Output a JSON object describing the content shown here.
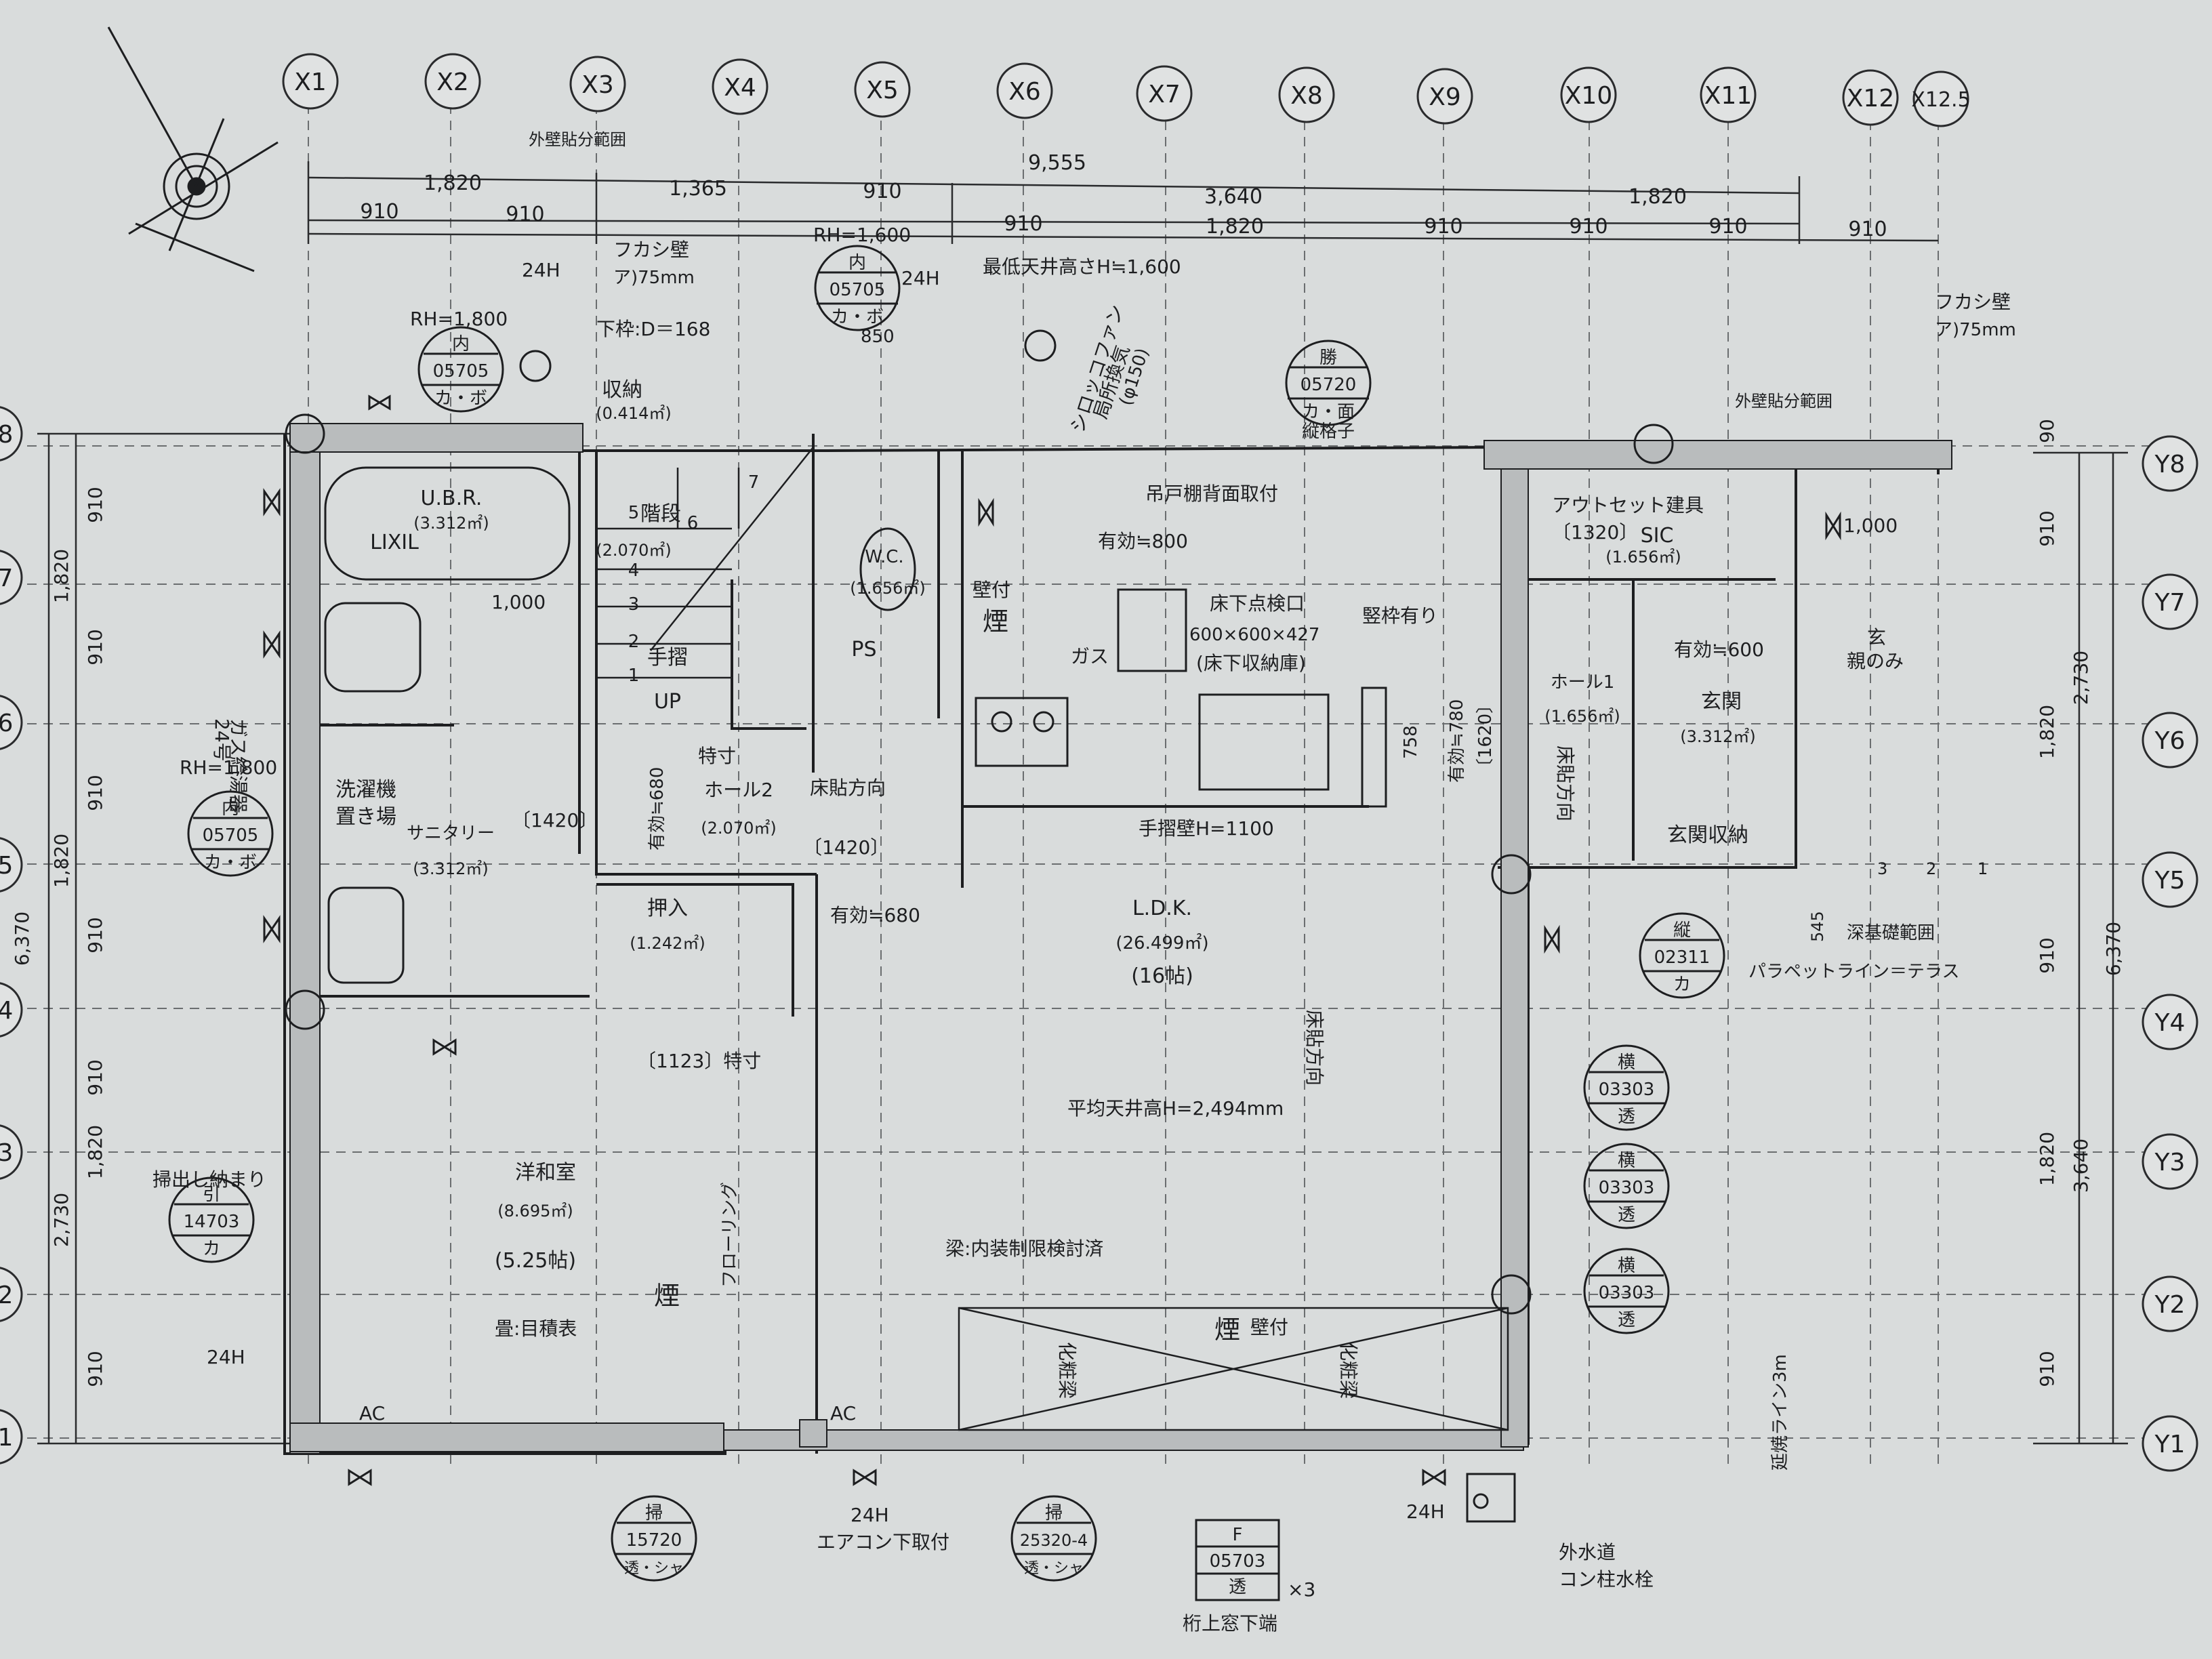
{
  "grid": {
    "x_labels": [
      "X1",
      "X2",
      "X3",
      "X4",
      "X5",
      "X6",
      "X7",
      "X8",
      "X9",
      "X10",
      "X11",
      "X12",
      "X12.5"
    ],
    "y_labels": [
      "Y8",
      "Y7",
      "Y6",
      "Y5",
      "Y4",
      "Y3",
      "Y2",
      "Y1"
    ],
    "y_labels_left": [
      "8",
      "7",
      "6",
      "5",
      "4",
      "3",
      "2",
      "1"
    ]
  },
  "dimensions": {
    "overall_width": "9,555",
    "top_row1": [
      "1,820",
      "1,365",
      "910",
      "3,640",
      "1,820"
    ],
    "top_row2": [
      "910",
      "910",
      "910",
      "1,820",
      "910",
      "910",
      "910",
      "910"
    ],
    "left_overall": "6,370",
    "left_groups": [
      "1,820",
      "1,820",
      "2,730"
    ],
    "left_units": [
      "910",
      "910",
      "910",
      "910",
      "910",
      "1,820",
      "910"
    ],
    "right_overall": "6,370",
    "right_groups": [
      "2,730",
      "3,640"
    ],
    "right_units": [
      "90",
      "910",
      "1,820",
      "910",
      "1,820",
      "910"
    ]
  },
  "rooms": {
    "ubr": {
      "name": "U.B.R.",
      "area": "(3.312㎡)",
      "maker": "LIXIL"
    },
    "stairs": {
      "name": "階段",
      "area": "(2.070㎡)",
      "handrail": "手摺",
      "up": "UP",
      "steps": [
        "1",
        "2",
        "3",
        "4",
        "5",
        "6",
        "7"
      ]
    },
    "storage_small": {
      "name": "収納",
      "area": "(0.414㎡)"
    },
    "wc": {
      "name": "W.C.",
      "area": "(1.656㎡)"
    },
    "ps": "PS",
    "washer": {
      "line1": "洗濯機",
      "line2": "置き場",
      "sanitary": "サニタリー",
      "area": "(3.312㎡)"
    },
    "hall2": {
      "name": "ホール2",
      "area": "(2.070㎡)"
    },
    "oshiire": {
      "name": "押入",
      "area": "(1.242㎡)"
    },
    "ldk": {
      "name": "L.D.K.",
      "area": "(26.499㎡)",
      "tatami": "(16帖)"
    },
    "western": {
      "name": "洋和室",
      "area": "(8.695㎡)",
      "tatami": "(5.25帖)"
    },
    "sic": {
      "name": "SIC",
      "area": "(1.656㎡)"
    },
    "hall1": {
      "name": "ホール1",
      "area": "(1.656㎡)"
    },
    "genkan": {
      "name": "玄関",
      "area": "(3.312㎡)"
    },
    "genkan_storage": "玄関収納"
  },
  "notes": {
    "fukashi_left": "フカシ壁",
    "fukashi_left_sub": "ア)75mm",
    "shitawaku": "下枠:D＝168",
    "min_ceiling": "最低天井高さH≒1,600",
    "dim_850": "850",
    "sirocco": "シロッコファン",
    "local_vent": "局所換気",
    "phi150": "(φ150)",
    "gaiheki_left": "外壁貼分範囲",
    "gaiheki_right": "外壁貼分範囲",
    "fukashi_right": "フカシ壁",
    "fukashi_right_sub": "ア)75mm",
    "rh1800_top": "RH=1,800",
    "rh1800_mid": "RH=1,800",
    "rh1600": "RH=1,600",
    "h24_list": [
      "24H",
      "24H",
      "24H",
      "24H",
      "24H"
    ],
    "gas_heater": "24号",
    "gas_heater2": "ガス給湯器",
    "dim_1000": "1,000",
    "dim_1000_right": "1,000",
    "tesuri_num": "2",
    "kabetsuki": "壁付",
    "smoke": "煙",
    "tokushu": "特寸",
    "tokushu_1123": "〔1123〕特寸",
    "yuko680_v": "有効≒680",
    "yuko680_h": "有効≒680",
    "box1420_a": "〔1420〕",
    "box1420_b": "〔1420〕",
    "yuko800": "有効≒800",
    "tsuritodana": "吊戸棚背面取付",
    "gas": "ガス",
    "underfloor": "床下点検口",
    "underfloor_size": "600×600×427",
    "underfloor_storage": "(床下収納庫)",
    "tatewaku": "竪枠有り",
    "dim_758": "758",
    "yuko780": "有効≒780",
    "box1620": "〔1620〕",
    "tesurikabe": "手摺壁H=1100",
    "floor_dir": "床貼方向",
    "floor_dir_ldk": "床貼方向",
    "floor_dir_genkan": "床貼方向",
    "avg_ceiling": "平均天井高H=2,494mm",
    "flooring": "フローリング",
    "tatami_note": "畳:目積表",
    "ac_left": "AC",
    "ac_right": "AC",
    "beam_note": "梁:内装制限検討済",
    "kesho_left": "化粧梁",
    "kesho_right": "化粧梁",
    "outset": "アウトセット建具",
    "box1320": "〔1320〕",
    "yuko600": "有効≒600",
    "oyanomi": "親のみ",
    "gen_label": "玄",
    "fukaki": "深基礎範囲",
    "dim_545": "545",
    "parapet": "パラペットライン＝テラス",
    "steps_right": [
      "3",
      "2",
      "1"
    ],
    "soji_left": "掃出し納まり",
    "aircon": "エアコン下取付",
    "x3": "×3",
    "keta": "桁上窓下端",
    "outdoor_water": "外水道",
    "water_post": "コン柱水栓",
    "fire_line": "延焼ライン3m"
  },
  "window_tags": [
    {
      "id": "w-bath",
      "top": "内",
      "code": "05705",
      "bottom": "カ・ボ"
    },
    {
      "id": "w-wc",
      "top": "内",
      "code": "05705",
      "bottom": "カ・ボ"
    },
    {
      "id": "w-kitchen",
      "top": "勝",
      "code": "05720",
      "bottom": "カ・面",
      "extra": "縦格子"
    },
    {
      "id": "w-sanitary",
      "top": "内",
      "code": "05705",
      "bottom": "カ・ボ"
    },
    {
      "id": "w-western-left",
      "top": "引",
      "code": "14703",
      "bottom": "カ"
    },
    {
      "id": "w-western-bottom",
      "top": "掃",
      "code": "15720",
      "bottom": "透・シャ"
    },
    {
      "id": "w-ldk-bottom",
      "top": "掃",
      "code": "25320-4",
      "bottom": "透・シャ"
    },
    {
      "id": "w-ldk-f",
      "top": "F",
      "code": "05703",
      "bottom": "透"
    },
    {
      "id": "w-right1",
      "top": "横",
      "code": "03303",
      "bottom": "透"
    },
    {
      "id": "w-right2",
      "top": "横",
      "code": "03303",
      "bottom": "透"
    },
    {
      "id": "w-right3",
      "top": "横",
      "code": "03303",
      "bottom": "透"
    },
    {
      "id": "w-entrance",
      "top": "縦",
      "code": "02311",
      "bottom": "カ"
    }
  ]
}
